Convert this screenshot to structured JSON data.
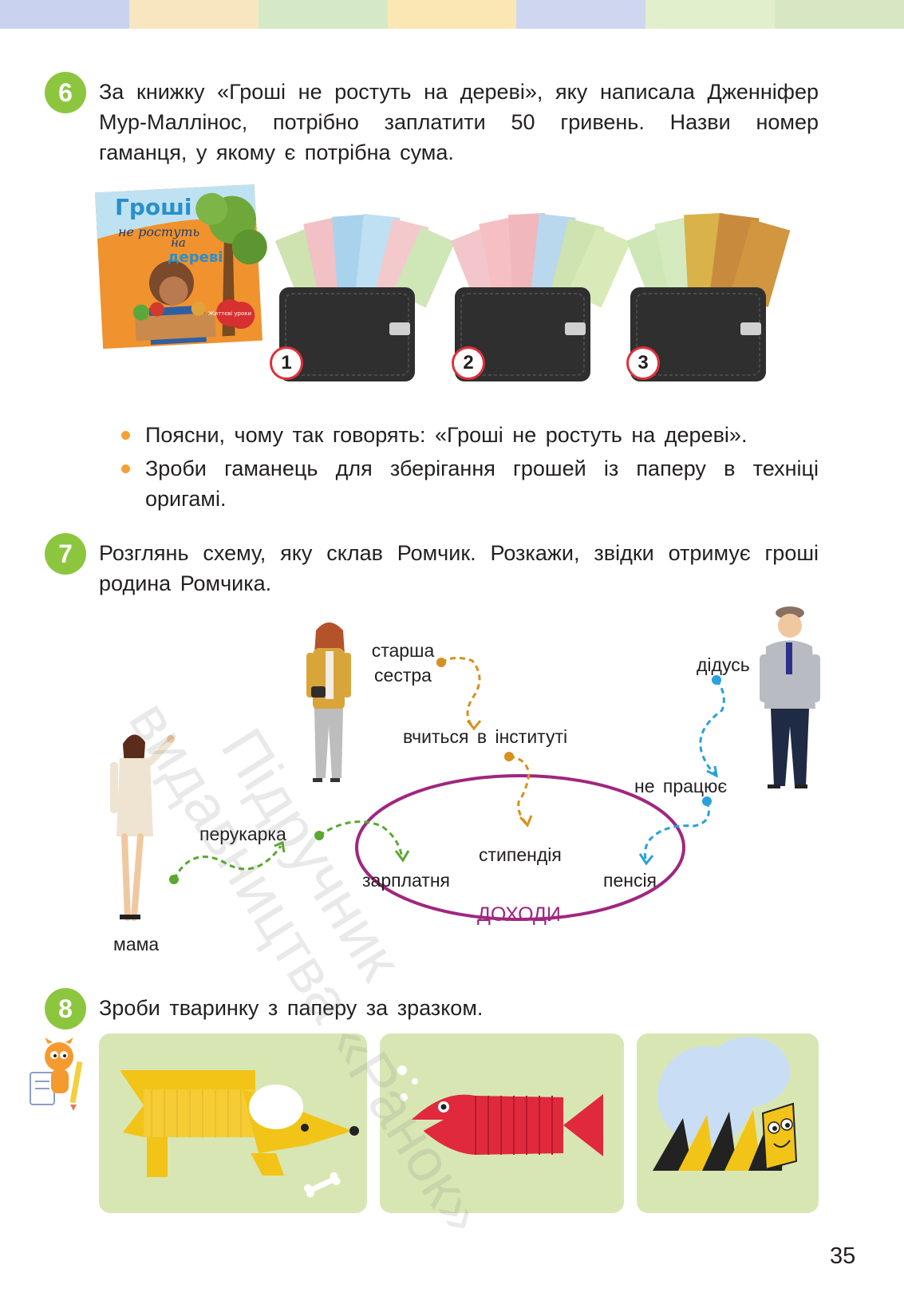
{
  "colors": {
    "top_strip": [
      "#c9d3ef",
      "#f8e6c0",
      "#d6e9c6",
      "#fbe7b4",
      "#cfd7f0",
      "#e2efcc",
      "#d7e7c3"
    ],
    "badge": "#8cc63f",
    "bullet": "#f5a033",
    "income_ellipse": "#a0267f",
    "arrow_orange": "#d8901e",
    "arrow_green": "#5aa832",
    "arrow_blue": "#2aa0dc",
    "craft_bg": "#d8e6b4"
  },
  "task6": {
    "number": "6",
    "text": "За книжку «Гроші не ростуть на дереві», яку написала Дженніфер Мур-Маллінос, потрібно заплатити 50 гривень. Назви номер гаманця, у якому є потрібна сума.",
    "book_cover": {
      "title_line1": "Гроші",
      "title_line2": "не ростуть",
      "title_line3": "на",
      "title_line4": "дереві",
      "series": "Життєві уроки"
    },
    "wallets": [
      "1",
      "2",
      "3"
    ],
    "bullets": [
      "Поясни, чому так говорять: «Гроші не ростуть на дереві».",
      "Зроби гаманець для зберігання грошей із паперу в техніці оригамі."
    ]
  },
  "task7": {
    "number": "7",
    "text": "Розглянь схему, яку склав Ромчик. Розкажи, звідки отримує гроші родина Ромчика.",
    "scheme": {
      "sister": "старша сестра",
      "studies": "вчиться в інституті",
      "grandpa": "дідусь",
      "not_working": "не працює",
      "mom_job": "перукарка",
      "mom": "мама",
      "salary": "зарплатня",
      "stipend": "стипендія",
      "pension": "пенсія",
      "income": "ДОХОДИ"
    }
  },
  "task8": {
    "number": "8",
    "text": "Зроби тваринку з паперу за зразком.",
    "crafts": [
      "dog",
      "fish",
      "bee"
    ]
  },
  "page_number": "35",
  "watermark": [
    "Підручник",
    "видавництва «Ранок»"
  ]
}
